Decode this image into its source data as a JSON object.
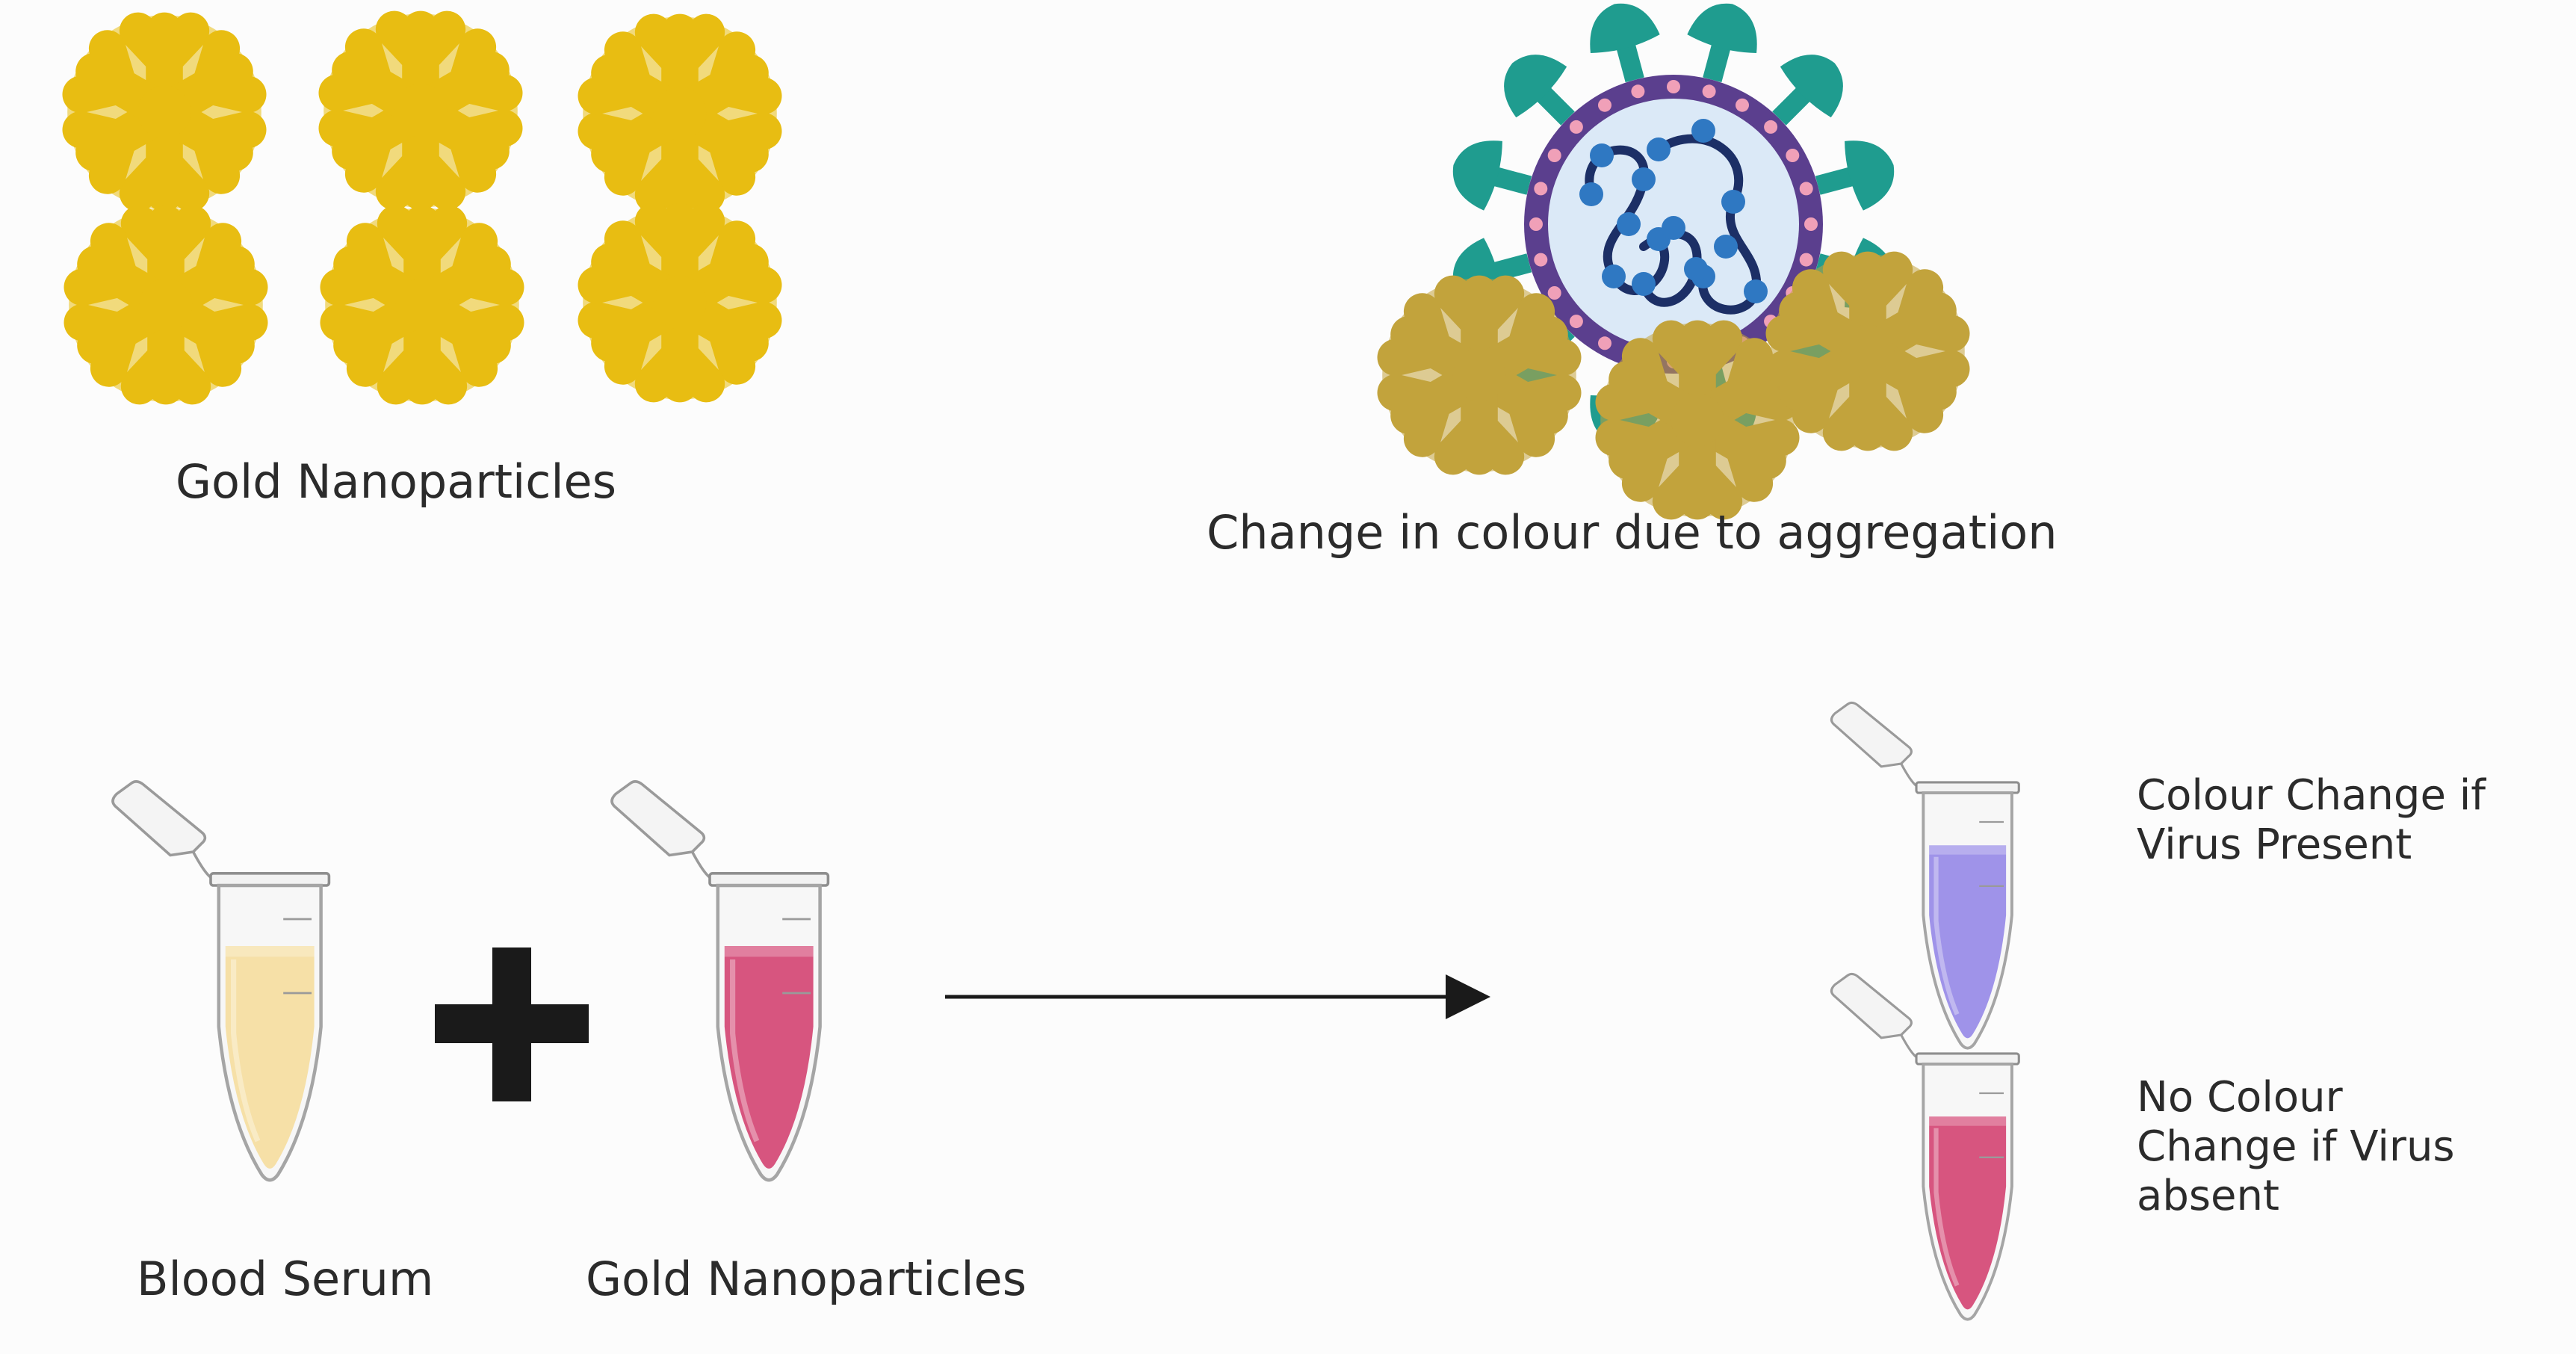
{
  "colors": {
    "gold": "#e8bd12",
    "gold_dark": "#b89208",
    "gold_aggregated": "#c2a33c",
    "virus_envelope": "#5b3f8e",
    "virus_spike": "#1f9c8f",
    "virus_core": "#dbe9f7",
    "rna": "#1c2f66",
    "rna_node": "#2f78c2",
    "serum": "#f6e0a7",
    "nanoparticle_solution": "#d7557f",
    "virus_present_solution": "#9f93e9",
    "arrow": "#1a1a1a"
  },
  "labels": {
    "gold_nanoparticles_top": "Gold Nanoparticles",
    "aggregation": "Change in colour due to aggregation",
    "blood_serum": "Blood Serum",
    "gold_nanoparticles_bottom": "Gold Nanoparticles",
    "virus_present_line1": "Colour Change if",
    "virus_present_line2": "Virus Present",
    "virus_absent_line1": "No Colour",
    "virus_absent_line2": "Change if Virus",
    "virus_absent_line3": "absent"
  },
  "icons": {
    "nanoparticle": "gold-nanoparticle-icon",
    "virus": "virus-icon",
    "tube": "microcentrifuge-tube-icon",
    "plus": "plus-icon",
    "arrow": "arrow-right-icon"
  }
}
